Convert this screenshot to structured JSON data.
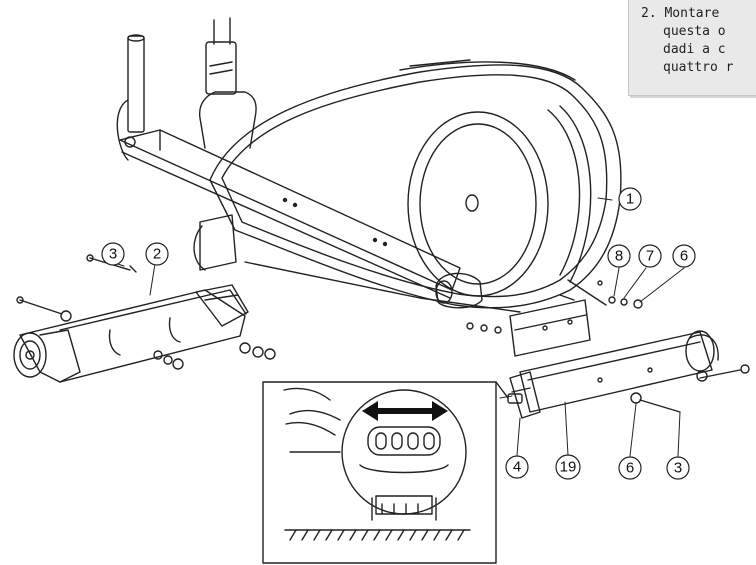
{
  "instructions": {
    "lines": [
      "2.  Montare",
      "questa o",
      "dadi a c",
      "quattro r"
    ]
  },
  "callouts": [
    {
      "id": "c1",
      "label": "1"
    },
    {
      "id": "c2",
      "label": "2"
    },
    {
      "id": "c3a",
      "label": "3"
    },
    {
      "id": "c8",
      "label": "8"
    },
    {
      "id": "c7",
      "label": "7"
    },
    {
      "id": "c6a",
      "label": "6"
    },
    {
      "id": "c4",
      "label": "4"
    },
    {
      "id": "c19",
      "label": "19"
    },
    {
      "id": "c6b",
      "label": "6"
    },
    {
      "id": "c3b",
      "label": "3"
    }
  ],
  "detail_inset": {
    "arrow_direction": "left-right",
    "slot_count": 4
  },
  "colors": {
    "line": "#222222",
    "instruction_bg": "#e9e9e9"
  }
}
